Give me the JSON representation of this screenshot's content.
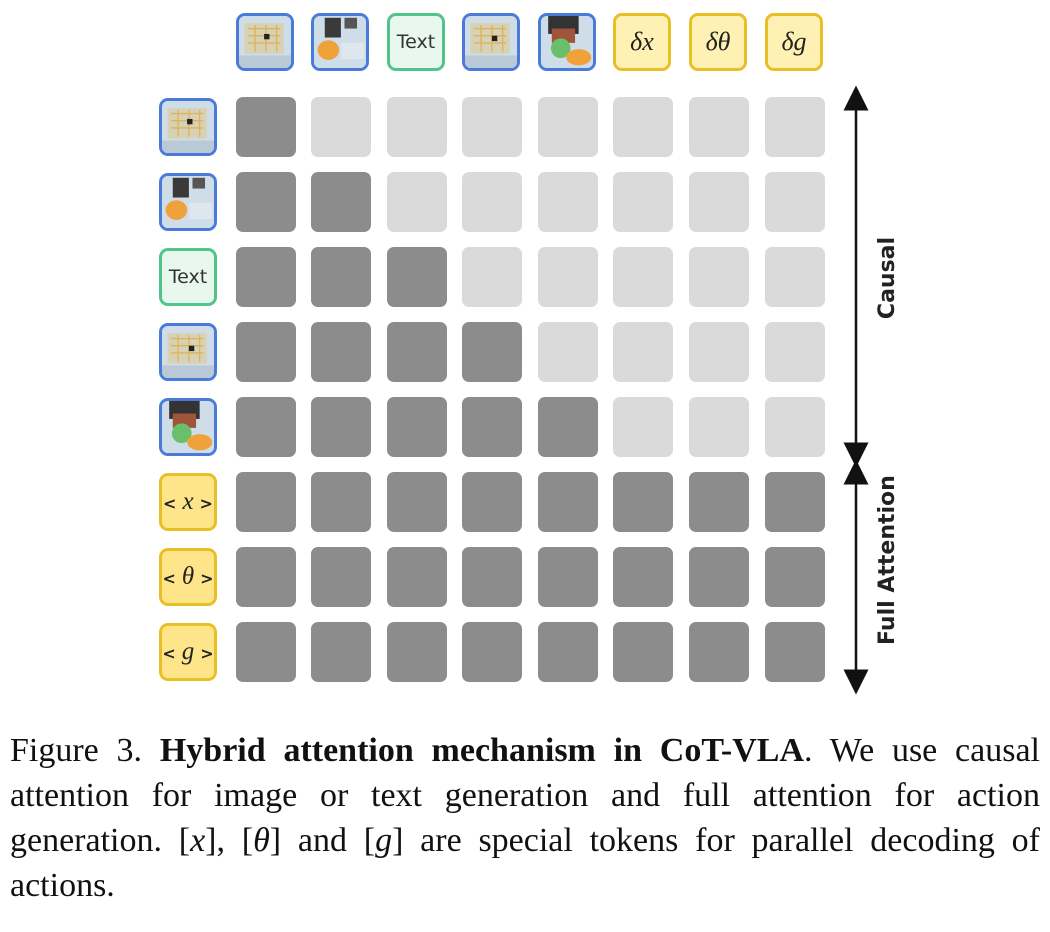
{
  "top_tokens": [
    {
      "kind": "image",
      "icon": "robot-scene-image-1-icon"
    },
    {
      "kind": "image",
      "icon": "robot-scene-image-2-icon"
    },
    {
      "kind": "text",
      "label": "Text"
    },
    {
      "kind": "image",
      "icon": "robot-scene-image-3-icon"
    },
    {
      "kind": "image",
      "icon": "robot-scene-image-4-icon"
    },
    {
      "kind": "action",
      "label": "δx"
    },
    {
      "kind": "action",
      "label": "δθ"
    },
    {
      "kind": "action",
      "label": "δg"
    }
  ],
  "left_tokens": [
    {
      "kind": "image",
      "icon": "robot-scene-image-1-icon"
    },
    {
      "kind": "image",
      "icon": "robot-scene-image-2-icon"
    },
    {
      "kind": "text",
      "label": "Text"
    },
    {
      "kind": "image",
      "icon": "robot-scene-image-3-icon"
    },
    {
      "kind": "image",
      "icon": "robot-scene-image-4-icon"
    },
    {
      "kind": "special",
      "left": "<",
      "sym": "x",
      "right": ">"
    },
    {
      "kind": "special",
      "left": "<",
      "sym": "θ",
      "right": ">"
    },
    {
      "kind": "special",
      "left": "<",
      "sym": "g",
      "right": ">"
    }
  ],
  "attention_mask": [
    [
      1,
      0,
      0,
      0,
      0,
      0,
      0,
      0
    ],
    [
      1,
      1,
      0,
      0,
      0,
      0,
      0,
      0
    ],
    [
      1,
      1,
      1,
      0,
      0,
      0,
      0,
      0
    ],
    [
      1,
      1,
      1,
      1,
      0,
      0,
      0,
      0
    ],
    [
      1,
      1,
      1,
      1,
      1,
      0,
      0,
      0
    ],
    [
      1,
      1,
      1,
      1,
      1,
      1,
      1,
      1
    ],
    [
      1,
      1,
      1,
      1,
      1,
      1,
      1,
      1
    ],
    [
      1,
      1,
      1,
      1,
      1,
      1,
      1,
      1
    ]
  ],
  "labels": {
    "causal": "Causal",
    "full_attention": "Full Attention"
  },
  "colors": {
    "attend": "#8c8c8c",
    "masked": "#dadada",
    "image_border": "#4a7bd8",
    "text_border": "#4fc58a",
    "action_border": "#e9bf26"
  },
  "caption": {
    "prefix": "Figure 3.",
    "title": "Hybrid attention mechanism in CoT-VLA",
    "body_1": ". We use causal attention for image or text generation and full attention for action generation. [",
    "x": "x",
    "sep_1": "], [",
    "theta": "θ",
    "sep_2": "] and [",
    "g": "g",
    "body_2": "] are special tokens for parallel decoding of actions."
  }
}
